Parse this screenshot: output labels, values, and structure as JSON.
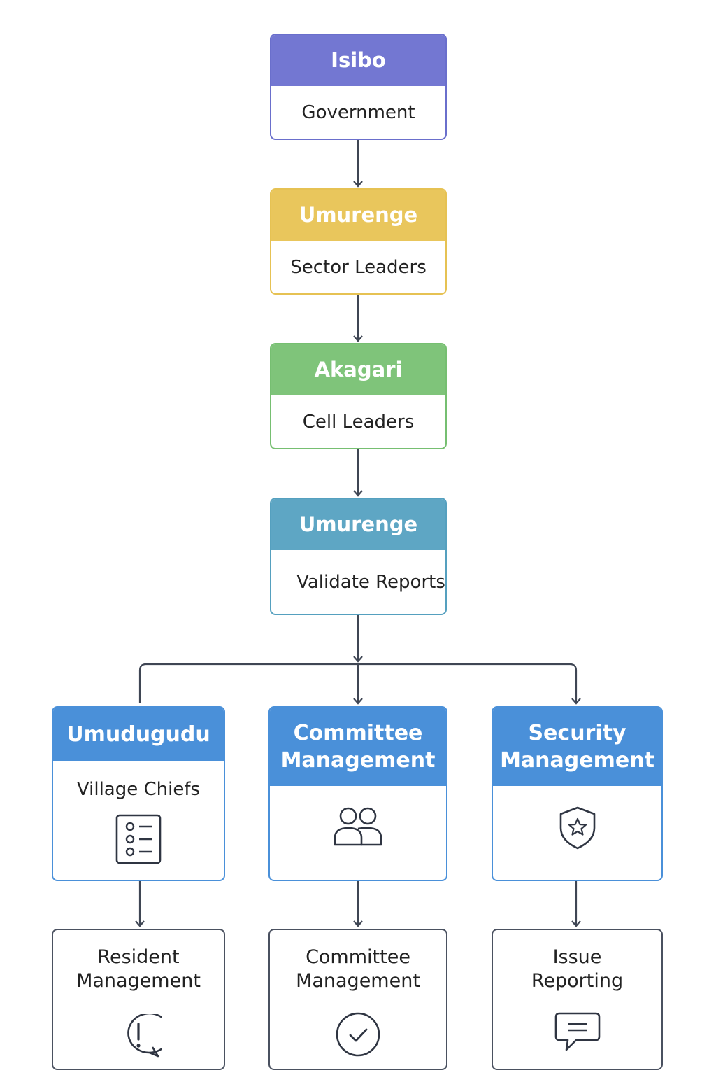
{
  "nodes": {
    "isibo": {
      "title": "Isibo",
      "subtitle": "Government",
      "color": "#7377d2"
    },
    "umurenge1": {
      "title": "Umurenge",
      "subtitle": "Sector Leaders",
      "color": "#e9c65c"
    },
    "akagari": {
      "title": "Akagari",
      "subtitle": "Cell Leaders",
      "color": "#7fc47a"
    },
    "umurenge2": {
      "title": "Umurenge",
      "subtitle": "Validate Reports",
      "color": "#5ea6c4"
    },
    "umudugudu": {
      "title": "Umudugudu",
      "subtitle": "Village Chiefs",
      "color": "#4a90d9",
      "icon": "list-icon"
    },
    "committee": {
      "title": "Committee\nManagement",
      "color": "#4a90d9",
      "icon": "people-icon"
    },
    "security": {
      "title": "Security\nManagement",
      "color": "#4a90d9",
      "icon": "shield-star-icon"
    }
  },
  "outputs": {
    "resident": {
      "label": "Resident\nManagement",
      "icon": "alert-bubble-icon"
    },
    "committee": {
      "label": "Committee\nManagement",
      "icon": "check-circle-icon"
    },
    "issue": {
      "label": "Issue\nReporting",
      "icon": "chat-icon"
    }
  },
  "line_color": "#3f4654"
}
